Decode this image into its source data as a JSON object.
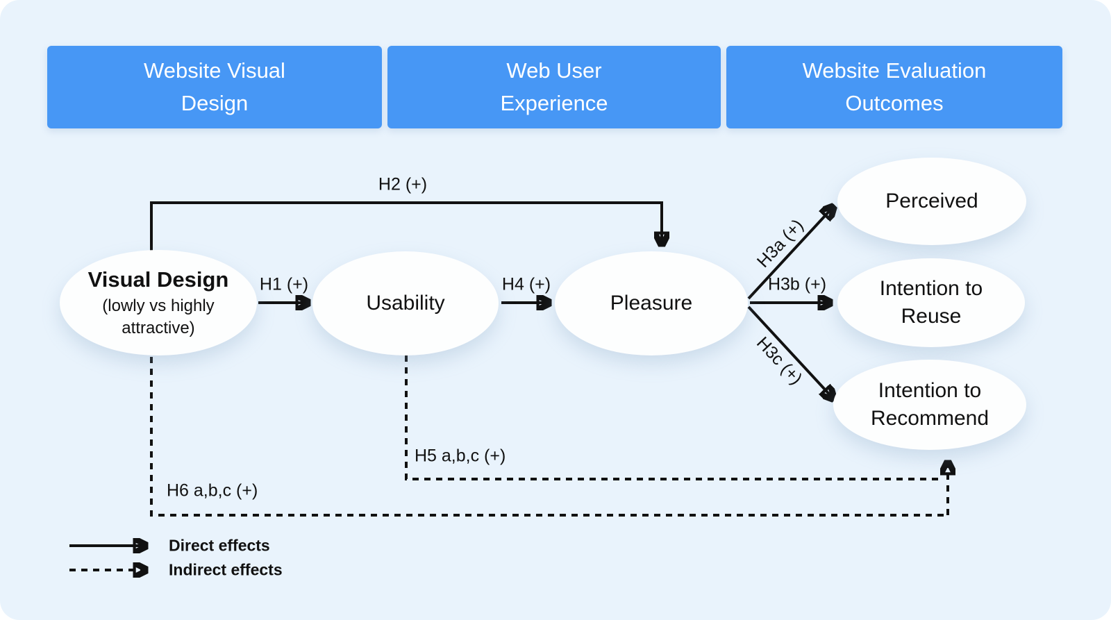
{
  "colors": {
    "canvas_background": "#e9f3fc",
    "header_blue": "#4797f5",
    "header_text": "#ffffff",
    "node_fill": "#fdfefe",
    "line_color": "#111111"
  },
  "headers": [
    {
      "label": "Website Visual\nDesign"
    },
    {
      "label": "Web User\nExperience"
    },
    {
      "label": "Website Evaluation\nOutcomes"
    }
  ],
  "nodes": {
    "visual_design": {
      "title": "Visual Design",
      "subtitle": "(lowly vs highly\nattractive)"
    },
    "usability": {
      "label": "Usability"
    },
    "pleasure": {
      "label": "Pleasure"
    },
    "perceived": {
      "label": "Perceived"
    },
    "intention_reuse": {
      "label": "Intention to\nReuse"
    },
    "intention_recommend": {
      "label": "Intention to\nRecommend"
    }
  },
  "edges": {
    "h1": {
      "label": "H1 (+)",
      "type": "direct",
      "from": "visual_design",
      "to": "usability"
    },
    "h2": {
      "label": "H2 (+)",
      "type": "direct",
      "from": "visual_design",
      "to": "pleasure"
    },
    "h3a": {
      "label": "H3a (+)",
      "type": "direct",
      "from": "pleasure",
      "to": "perceived"
    },
    "h3b": {
      "label": "H3b (+)",
      "type": "direct",
      "from": "pleasure",
      "to": "intention_reuse"
    },
    "h3c": {
      "label": "H3c (+)",
      "type": "direct",
      "from": "pleasure",
      "to": "intention_recommend"
    },
    "h4": {
      "label": "H4 (+)",
      "type": "direct",
      "from": "usability",
      "to": "pleasure"
    },
    "h5": {
      "label": "H5 a,b,c (+)",
      "type": "indirect",
      "from": "usability",
      "to": "intention_recommend"
    },
    "h6": {
      "label": "H6 a,b,c (+)",
      "type": "indirect",
      "from": "visual_design",
      "to": "intention_recommend"
    }
  },
  "legend": {
    "direct": "Direct effects",
    "indirect": "Indirect effects"
  }
}
